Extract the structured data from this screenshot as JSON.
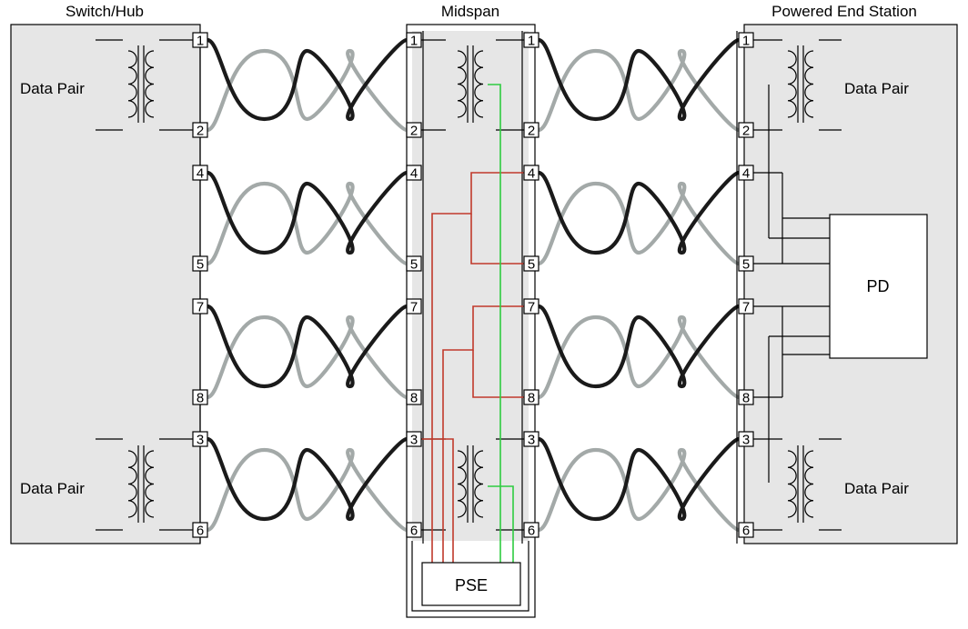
{
  "sections": {
    "switch": "Switch/Hub",
    "midspan": "Midspan",
    "end_station": "Powered End Station"
  },
  "data_pair_label": "Data Pair",
  "pse_label": "PSE",
  "pd_label": "PD",
  "pins": [
    "1",
    "2",
    "4",
    "5",
    "7",
    "8",
    "3",
    "6"
  ],
  "colors": {
    "panel": "#e6e6e6",
    "wire_dark": "#1a1a1a",
    "wire_light": "#a3a9a8",
    "power_red": "#c0392b",
    "power_green": "#2ecc40"
  }
}
